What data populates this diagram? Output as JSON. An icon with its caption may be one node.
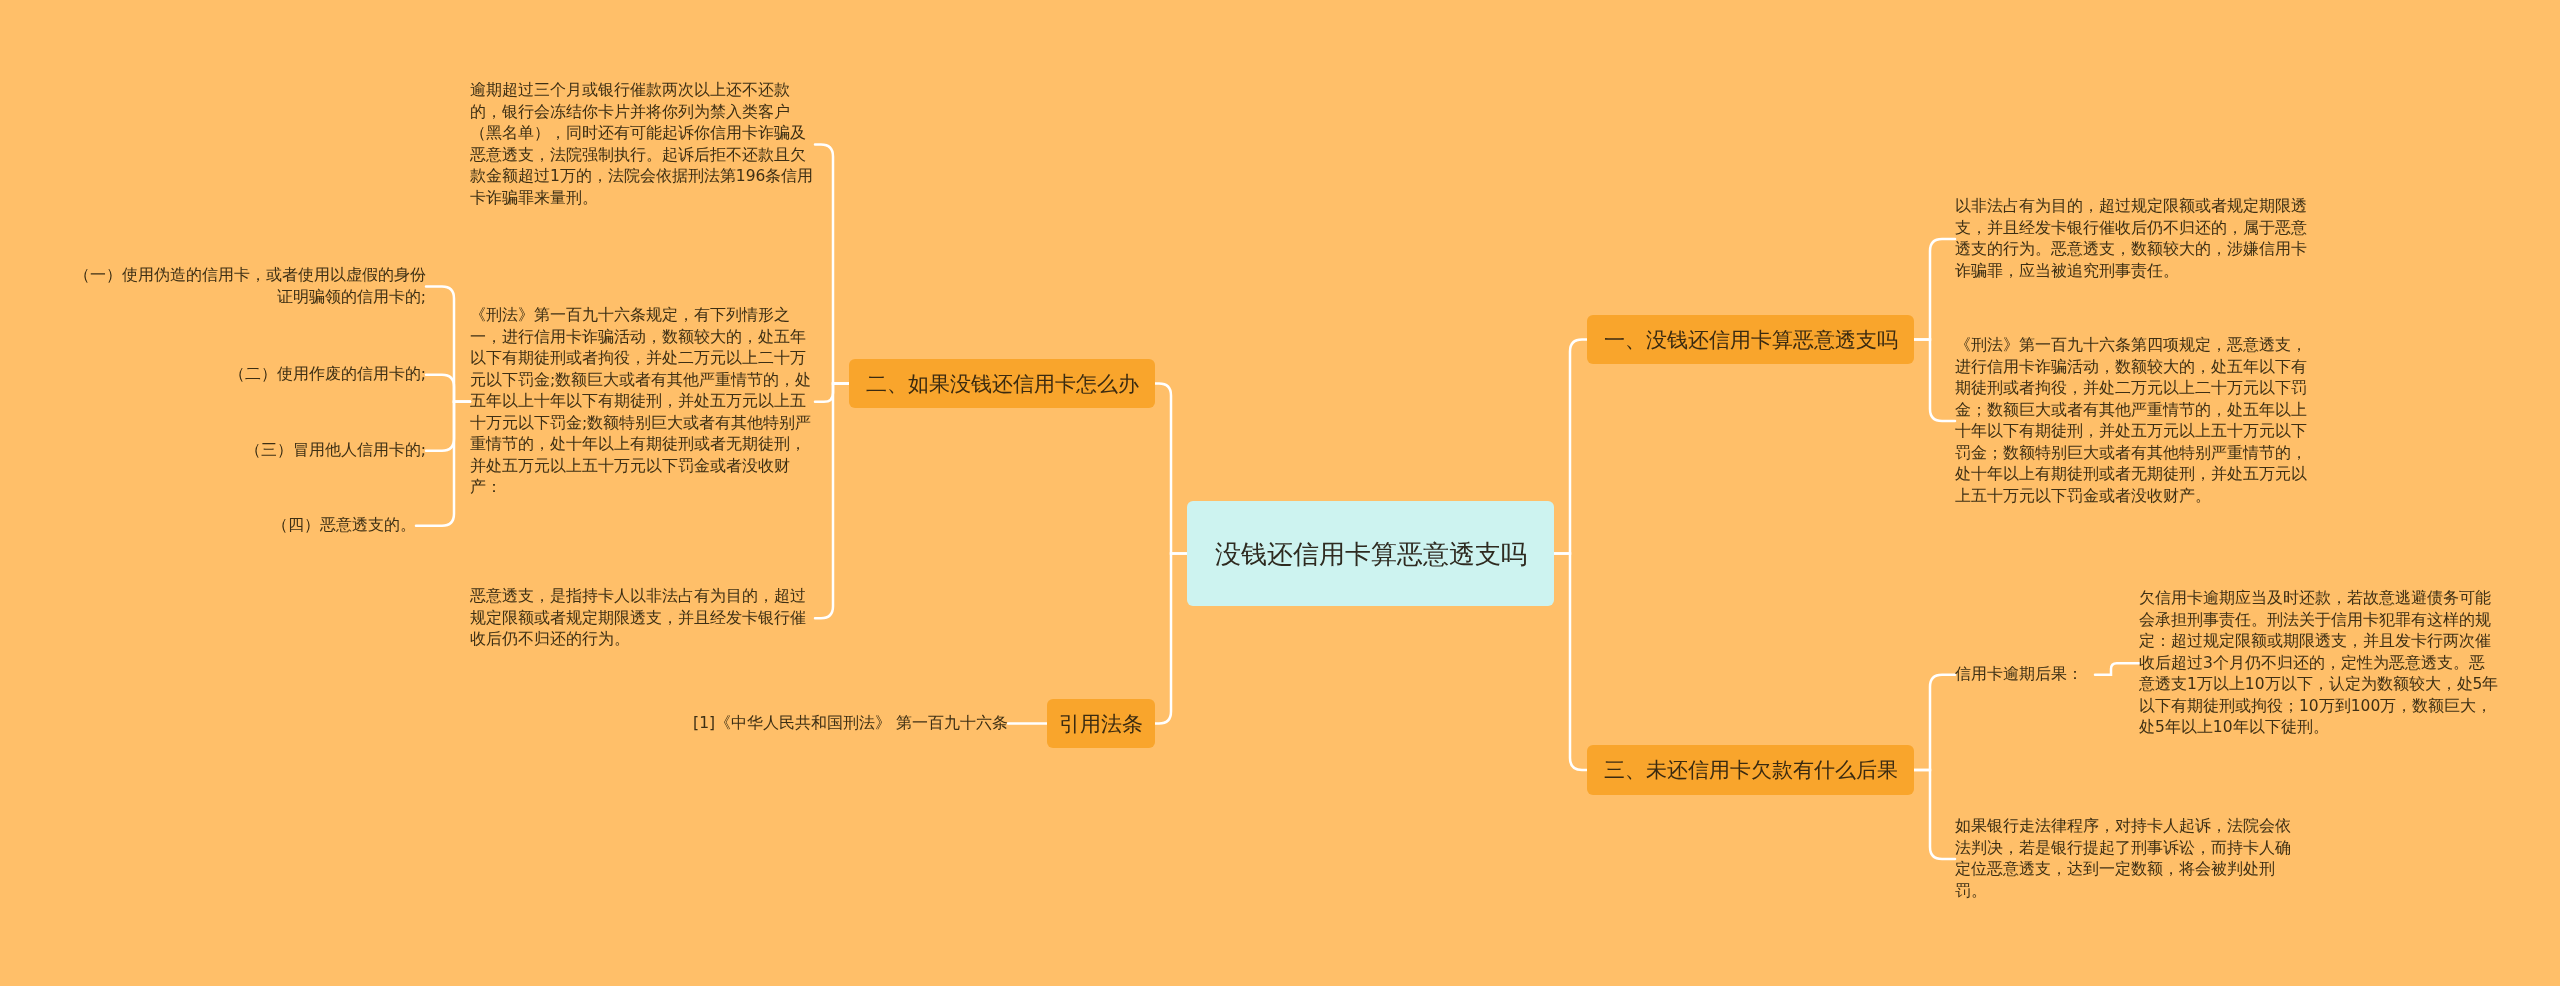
{
  "diagram": {
    "nodes": [
      {
        "text": [
          "没钱还信用卡算恶意透支吗"
        ]
      },
      {
        "text": [
          "一、没钱还信用卡算恶意透支吗"
        ]
      },
      {
        "text": [
          "以非法占有为目的，超过规定限额或者规定期限透支，并且经发卡银行催收后仍不归还的，属于恶意透支的行为。恶意透支，数额较大的，涉嫌信用卡诈骗罪，应当被追究刑事责任。"
        ]
      },
      {
        "text": [
          "《刑法》第一百九十六条第四项规定，恶意透支，进行信用卡诈骗活动，数额较大的，处五年以下有期徒刑或者拘役，并处二万元以上二十万元以下罚金；数额巨大或者有其他严重情节的，处五年以上十年以下有期徒刑，并处五万元以上五十万元以下罚金；数额特别巨大或者有其他特别严重情节的，处十年以上有期徒刑或者无期徒刑，并处五万元以上五十万元以下罚金或者没收财产。"
        ]
      },
      {
        "text": [
          "三、未还信用卡欠款有什么后果"
        ]
      },
      {
        "text": [
          "信用卡逾期后果："
        ]
      },
      {
        "text": [
          "欠信用卡逾期应当及时还款，若故意逃避债务可能会承担刑事责任。刑法关于信用卡犯罪有这样的规定：超过规定限额或期限透支，并且发卡行两次催收后超过3个月仍不归还的，定性为恶意透支。恶意透支1万以上10万以下，认定为数额较大，处5年以下有期徒刑或拘役；10万到100万，数额巨大，处5年以上10年以下徒刑。"
        ]
      },
      {
        "text": [
          "如果银行走法律程序，对持卡人起诉，法院会依法判决，若是银行提起了刑事诉讼，而持卡人确定位恶意透支，达到一定数额，将会被判处刑罚。"
        ]
      },
      {
        "text": [
          "二、如果没钱还信用卡怎么办"
        ]
      },
      {
        "text": [
          "逾期超过三个月或银行催款两次以上还不还款的，银行会冻结你卡片并将你列为禁入类客户（黑名单），同时还有可能起诉你信用卡诈骗及恶意透支，法院强制执行。起诉后拒不还款且欠款金额超过1万的，法院会依据刑法第196条信用卡诈骗罪来量刑。"
        ]
      },
      {
        "text": [
          "《刑法》第一百九十六条规定，有下列情形之一，进行信用卡诈骗活动，数额较大的，处五年以下有期徒刑或者拘役，并处二万元以上二十万元以下罚金;数额巨大或者有其他严重情节的，处五年以上十年以下有期徒刑，并处五万元以上五十万元以下罚金;数额特别巨大或者有其他特别严重情节的，处十年以上有期徒刑或者无期徒刑，并处五万元以上五十万元以下罚金或者没收财产："
        ]
      },
      {
        "text": [
          "（一）使用伪造的信用卡，或者使用以虚假的身份证明骗领的信用卡的;"
        ]
      },
      {
        "text": [
          "（二）使用作废的信用卡的;"
        ]
      },
      {
        "text": [
          "（三）冒用他人信用卡的;"
        ]
      },
      {
        "text": [
          "（四）恶意透支的。"
        ]
      },
      {
        "text": [
          "恶意透支，是指持卡人以非法占有为目的，超过规定限额或者规定期限透支，并且经发卡银行催收后仍不归还的行为。"
        ]
      },
      {
        "text": [
          "引用法条"
        ]
      },
      {
        "text": [
          "[1]《中华人民共和国刑法》 第一百九十六条"
        ]
      }
    ],
    "edges": [
      {
        "from": 0,
        "to": 1,
        "arrow": "none"
      },
      {
        "from": 0,
        "to": 4,
        "arrow": "none"
      },
      {
        "from": 1,
        "to": 2,
        "arrow": "none"
      },
      {
        "from": 1,
        "to": 3,
        "arrow": "none"
      },
      {
        "from": 4,
        "to": 5,
        "arrow": "none"
      },
      {
        "from": 5,
        "to": 6,
        "arrow": "none"
      },
      {
        "from": 4,
        "to": 7,
        "arrow": "none"
      },
      {
        "from": 0,
        "to": 8,
        "arrow": "none"
      },
      {
        "from": 8,
        "to": 9,
        "arrow": "none"
      },
      {
        "from": 8,
        "to": 10,
        "arrow": "none"
      },
      {
        "from": 10,
        "to": 11,
        "arrow": "none"
      },
      {
        "from": 10,
        "to": 12,
        "arrow": "none"
      },
      {
        "from": 10,
        "to": 13,
        "arrow": "none"
      },
      {
        "from": 10,
        "to": 14,
        "arrow": "none"
      },
      {
        "from": 8,
        "to": 15,
        "arrow": "none"
      },
      {
        "from": 0,
        "to": 16,
        "arrow": "none"
      },
      {
        "from": 16,
        "to": 17,
        "arrow": "none"
      }
    ]
  }
}
